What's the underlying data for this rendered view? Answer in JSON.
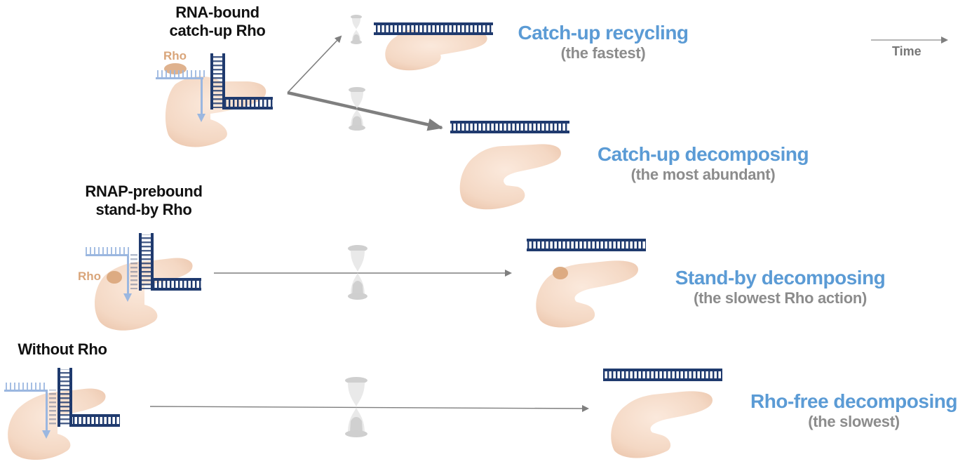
{
  "left_labels": {
    "rna_bound": [
      "RNA-bound",
      "catch-up Rho"
    ],
    "rnap_prebound": [
      "RNAP-prebound",
      "stand-by Rho"
    ],
    "without_rho": "Without Rho"
  },
  "rho_tag": "Rho",
  "time_label": "Time",
  "outcomes": [
    {
      "title": "Catch-up recycling",
      "subtitle": "(the fastest)"
    },
    {
      "title": "Catch-up decomposing",
      "subtitle": "(the most abundant)"
    },
    {
      "title": "Stand-by decomposing",
      "subtitle": "(the slowest Rho action)"
    },
    {
      "title": "Rho-free decomposing",
      "subtitle": "(the slowest)"
    }
  ],
  "colors": {
    "title_blue": "#5b9bd5",
    "subtitle_gray": "#8c8c8c",
    "dna_navy": "#1f3a6e",
    "rna_light_blue": "#9bb7e0",
    "hand_skin": "#f6dcc8",
    "rho_tan": "#d9a57a",
    "arrow_gray": "#7f7f7f",
    "hourglass_gray": "#c8c8c8"
  }
}
